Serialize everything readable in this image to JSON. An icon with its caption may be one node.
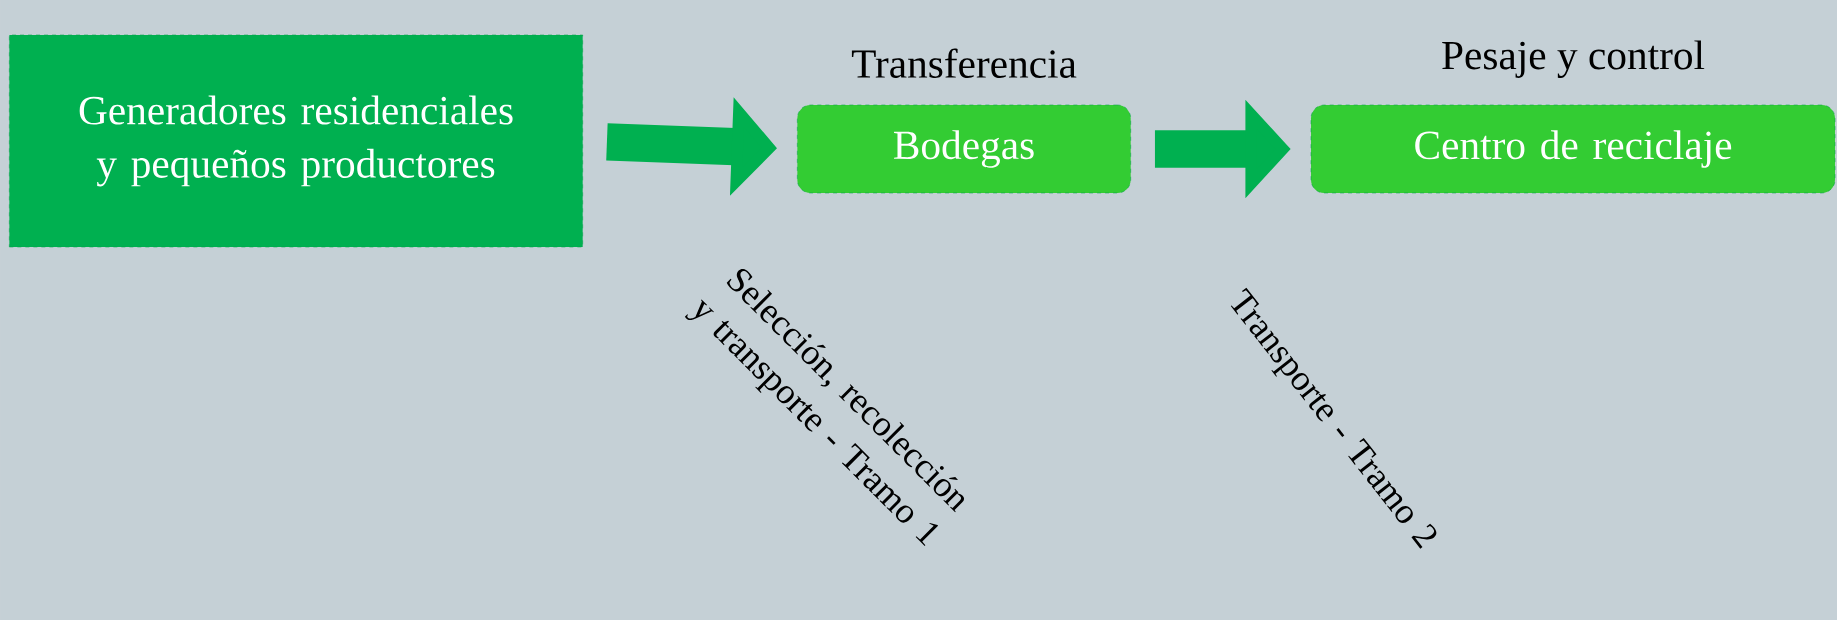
{
  "diagram": {
    "nodes": [
      {
        "text": [
          "Generadores residenciales y pequeños productores"
        ]
      },
      {
        "text": [
          "Bodegas"
        ],
        "beside": [
          "Transferencia"
        ]
      },
      {
        "text": [
          "Centro de reciclaje"
        ],
        "beside": [
          "Pesaje y control"
        ]
      }
    ],
    "edges": [
      {
        "from": 0,
        "to": 1,
        "arrow": "to",
        "label": "Selección, recolección y transporte - Tramo 1"
      },
      {
        "from": 1,
        "to": 2,
        "arrow": "to",
        "label": "Transporte - Tramo 2"
      }
    ]
  }
}
